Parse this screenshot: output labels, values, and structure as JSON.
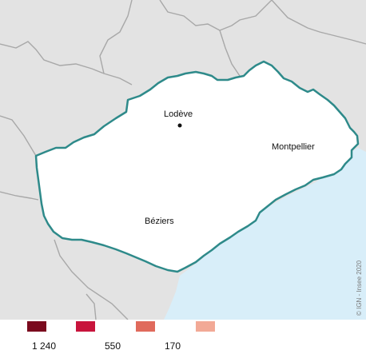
{
  "map": {
    "places": [
      {
        "id": "lodeve",
        "name": "Lodève"
      },
      {
        "id": "montpellier",
        "name": "Montpellier"
      },
      {
        "id": "beziers",
        "name": "Béziers"
      }
    ],
    "copyright": "© IGN - Insee 2020",
    "colors": {
      "background_land": "#e3e3e3",
      "sea": "#d8eef9",
      "region_fill": "#ffffff",
      "region_outline": "#2e8a8a",
      "commune_borders": "#8c8c8c",
      "neighbour_borders": "#a8a8a8"
    }
  },
  "legend": {
    "items": [
      {
        "label": "1 240",
        "color": "#7a0a1e"
      },
      {
        "label": "550",
        "color": "#c8143c"
      },
      {
        "label": "170",
        "color": "#e06a5c"
      },
      {
        "label": "",
        "color": "#f2a996"
      }
    ]
  }
}
